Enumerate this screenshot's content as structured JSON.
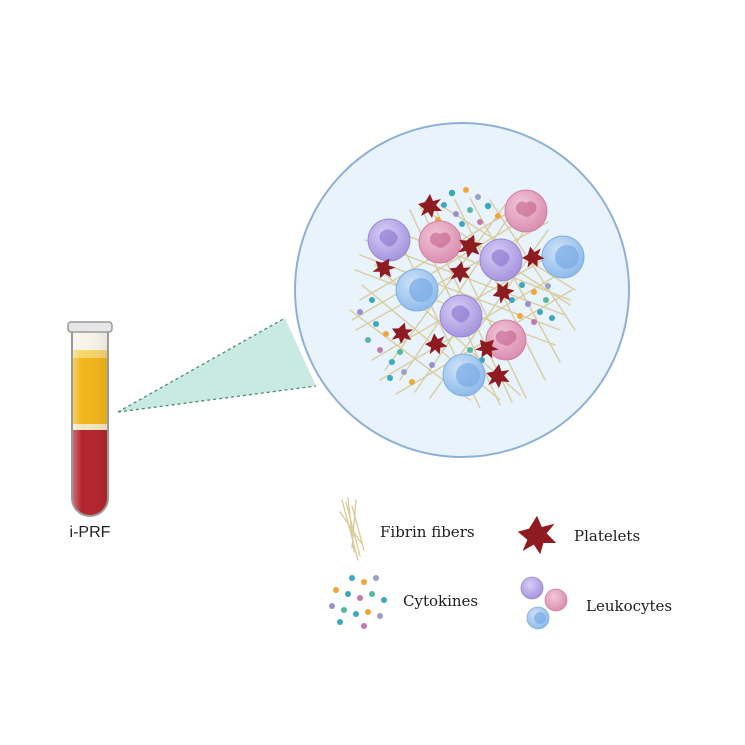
{
  "tube_label": "i-PRF",
  "legend": {
    "fibrin": "Fibrin fibers",
    "platelets": "Platelets",
    "cytokines": "Cytokines",
    "leukocytes": "Leukocytes"
  },
  "colors": {
    "plasma": "#f2b418",
    "blood": "#b3242b",
    "circle_fill": "#e9f3fb",
    "circle_stroke": "#8fb0d6",
    "callout": "#bfe6dc",
    "platelet": "#8e1b22",
    "fibrin": "#ddd0a4",
    "leukocyte_purple": "#b5a6e6",
    "leukocyte_pink": "#e0a6c0",
    "leukocyte_blue": "#9ec6ef"
  },
  "icons": [
    "test-tube-icon",
    "fibrin-fiber-icon",
    "platelet-icon",
    "cytokine-icon",
    "leukocyte-icon"
  ]
}
